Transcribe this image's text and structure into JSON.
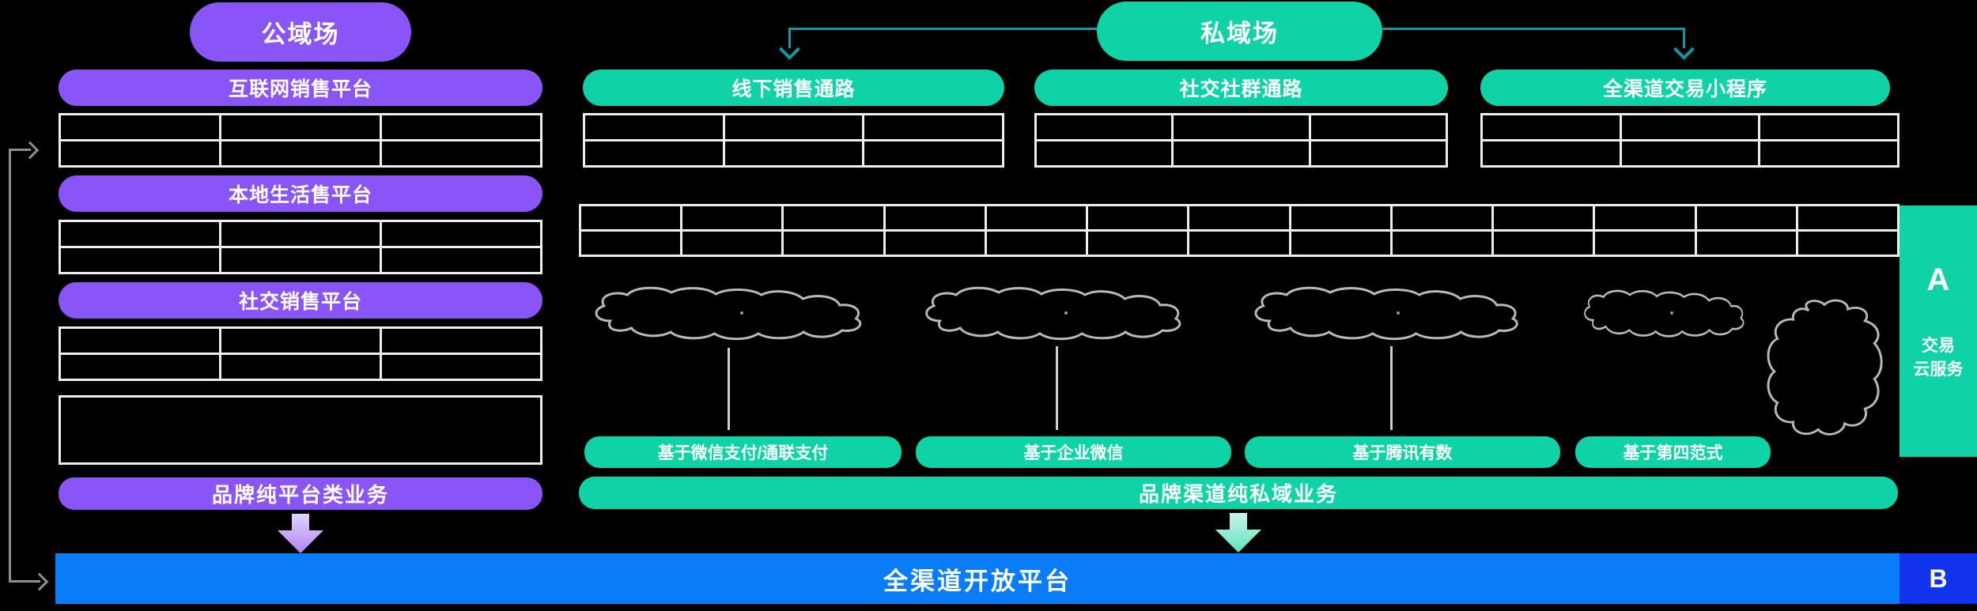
{
  "colors": {
    "purple": "#8a55f6",
    "teal": "#0fd3a6",
    "teal_dark": "#14969e",
    "blue": "#0b7cf8",
    "blue_dark": "#1133ee"
  },
  "top": {
    "public_pill": "公域场",
    "private_pill": "私域场"
  },
  "left_column": {
    "headers": [
      "互联网销售平台",
      "本地生活售平台",
      "社交销售平台"
    ],
    "bottom_pill": "品牌纯平台类业务"
  },
  "right_section": {
    "headers": [
      "线下销售通路",
      "社交社群通路",
      "全渠道交易小程序"
    ],
    "label_pills": [
      "基于微信支付/通联支付",
      "基于企业微信",
      "基于腾讯有数",
      "基于第四范式"
    ],
    "bottom_bar": "品牌渠道纯私域业务"
  },
  "cloud_services": {
    "a_badge": "A",
    "a_label": "交易\n云服务",
    "b_badge": "B"
  },
  "bottom": {
    "platform_bar": "全渠道开放平台"
  },
  "tables": {
    "standard": {
      "rows": 2,
      "cols": 3
    },
    "wide": {
      "rows": 2,
      "cols": 13
    }
  }
}
